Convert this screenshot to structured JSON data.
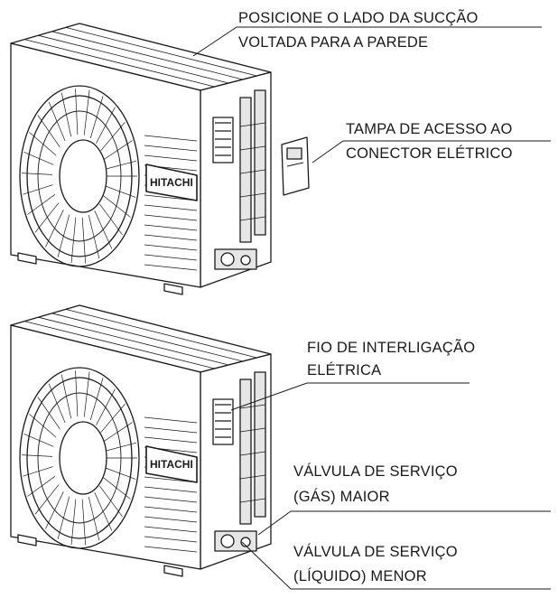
{
  "brand": "HITACHI",
  "callouts": {
    "suction_side": [
      "POSICIONE O LADO DA SUCÇÃO",
      "VOLTADA PARA A PAREDE"
    ],
    "connector_cover": [
      "TAMPA DE ACESSO AO",
      "CONECTOR ELÉTRICO"
    ],
    "interconnect_wire": [
      "FIO DE INTERLIGAÇÃO",
      "ELÉTRICA"
    ],
    "gas_valve": [
      "VÁLVULA DE SERVIÇO",
      "(GÁS) MAIOR"
    ],
    "liquid_valve": [
      "VÁLVULA DE SERVIÇO",
      "(LÍQUIDO) MENOR"
    ]
  },
  "colors": {
    "line": "#1a1a1a",
    "fill": "#ffffff",
    "panel": "#e6e6e6"
  }
}
